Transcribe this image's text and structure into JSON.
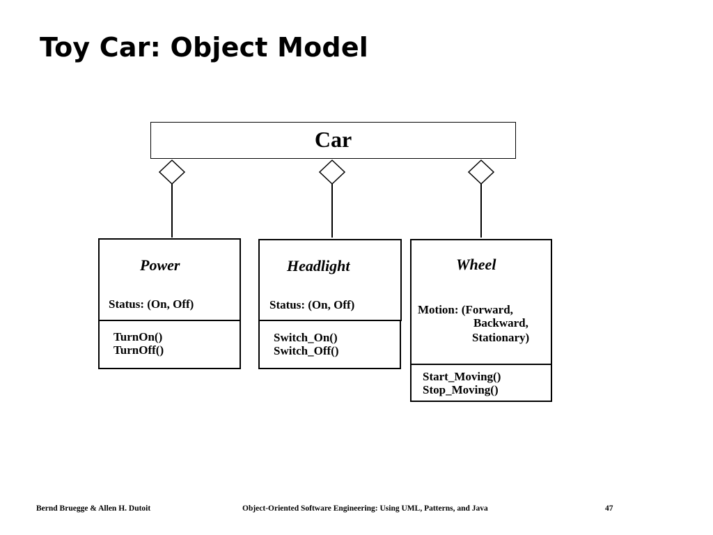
{
  "slide": {
    "title": "Toy Car: Object Model"
  },
  "diagram": {
    "aggregate": {
      "name": "Car"
    },
    "classes": [
      {
        "name": "Power",
        "attributes": "Status: (On, Off)",
        "operations": [
          "TurnOn()",
          "TurnOff()"
        ]
      },
      {
        "name": "Headlight",
        "attributes": "Status: (On, Off)",
        "operations": [
          "Switch_On()",
          "Switch_Off()"
        ]
      },
      {
        "name": "Wheel",
        "attributes": [
          "Motion: (Forward,",
          "Backward,",
          "Stationary)"
        ],
        "operations": [
          "Start_Moving()",
          "Stop_Moving()"
        ]
      }
    ]
  },
  "footer": {
    "authors": "Bernd Bruegge & Allen H. Dutoit",
    "book": "Object-Oriented Software Engineering: Using UML, Patterns, and Java",
    "page": "47"
  }
}
